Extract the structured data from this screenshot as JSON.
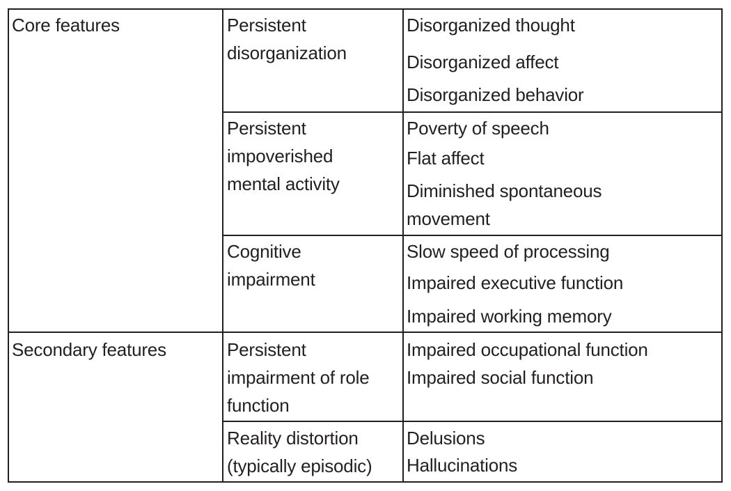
{
  "table": {
    "rows": [
      {
        "category": "Core features",
        "groups": [
          {
            "name": "Persistent\ndisorganization",
            "items": [
              "Disorganized thought",
              "Disorganized affect",
              "Disorganized behavior"
            ]
          },
          {
            "name": "Persistent\nimpoverished\nmental activity",
            "items": [
              "Poverty of speech",
              "Flat affect",
              "Diminished spontaneous",
              "movement"
            ]
          },
          {
            "name": "Cognitive\nimpairment",
            "items": [
              "Slow speed of processing",
              "Impaired executive function",
              "Impaired working memory"
            ]
          }
        ]
      },
      {
        "category": "Secondary features",
        "groups": [
          {
            "name": "Persistent\nimpairment of role\nfunction",
            "items": [
              "Impaired occupational function",
              "Impaired social function"
            ]
          },
          {
            "name": "Reality distortion\n(typically episodic)",
            "items": [
              "Delusions",
              "Hallucinations"
            ]
          }
        ]
      }
    ]
  }
}
